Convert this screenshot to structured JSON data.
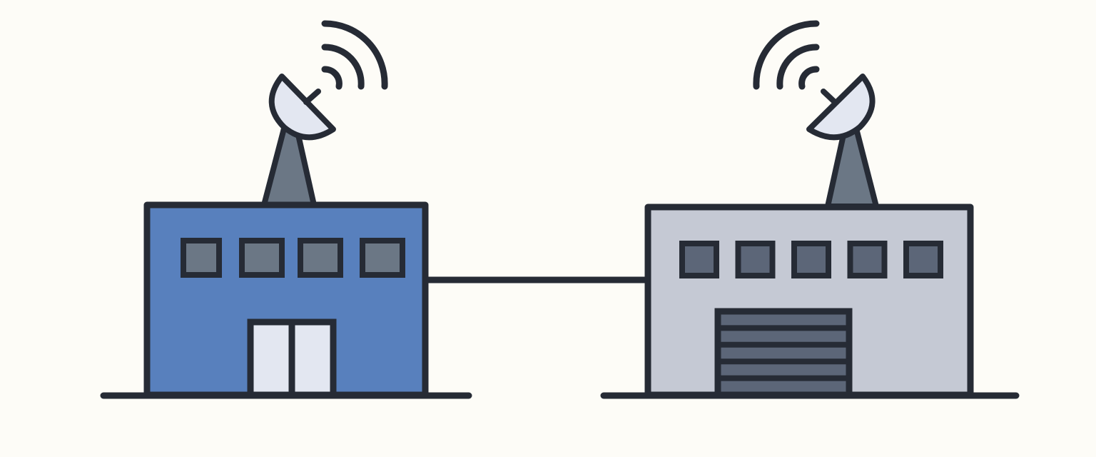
{
  "colors": {
    "background": "#fdfcf7",
    "outline": "#262b35",
    "office_wall": "#5880bd",
    "office_window": "#6b7785",
    "office_door": "#e3e7f1",
    "warehouse_wall": "#c5c9d4",
    "warehouse_window": "#5c6678",
    "garage_door": "#5c6678",
    "mast": "#6b7785",
    "dish": "#e3e7f1"
  },
  "icons": {
    "left_building": "office-building-icon",
    "right_building": "warehouse-icon",
    "antenna": "satellite-dish-icon",
    "signal": "wifi-signal-waves-icon",
    "link": "network-cable-link"
  },
  "left_building": {
    "window_count": 4,
    "door": "double-door"
  },
  "right_building": {
    "window_count": 5,
    "door": "garage-roll-up",
    "garage_slat_count": 5
  }
}
